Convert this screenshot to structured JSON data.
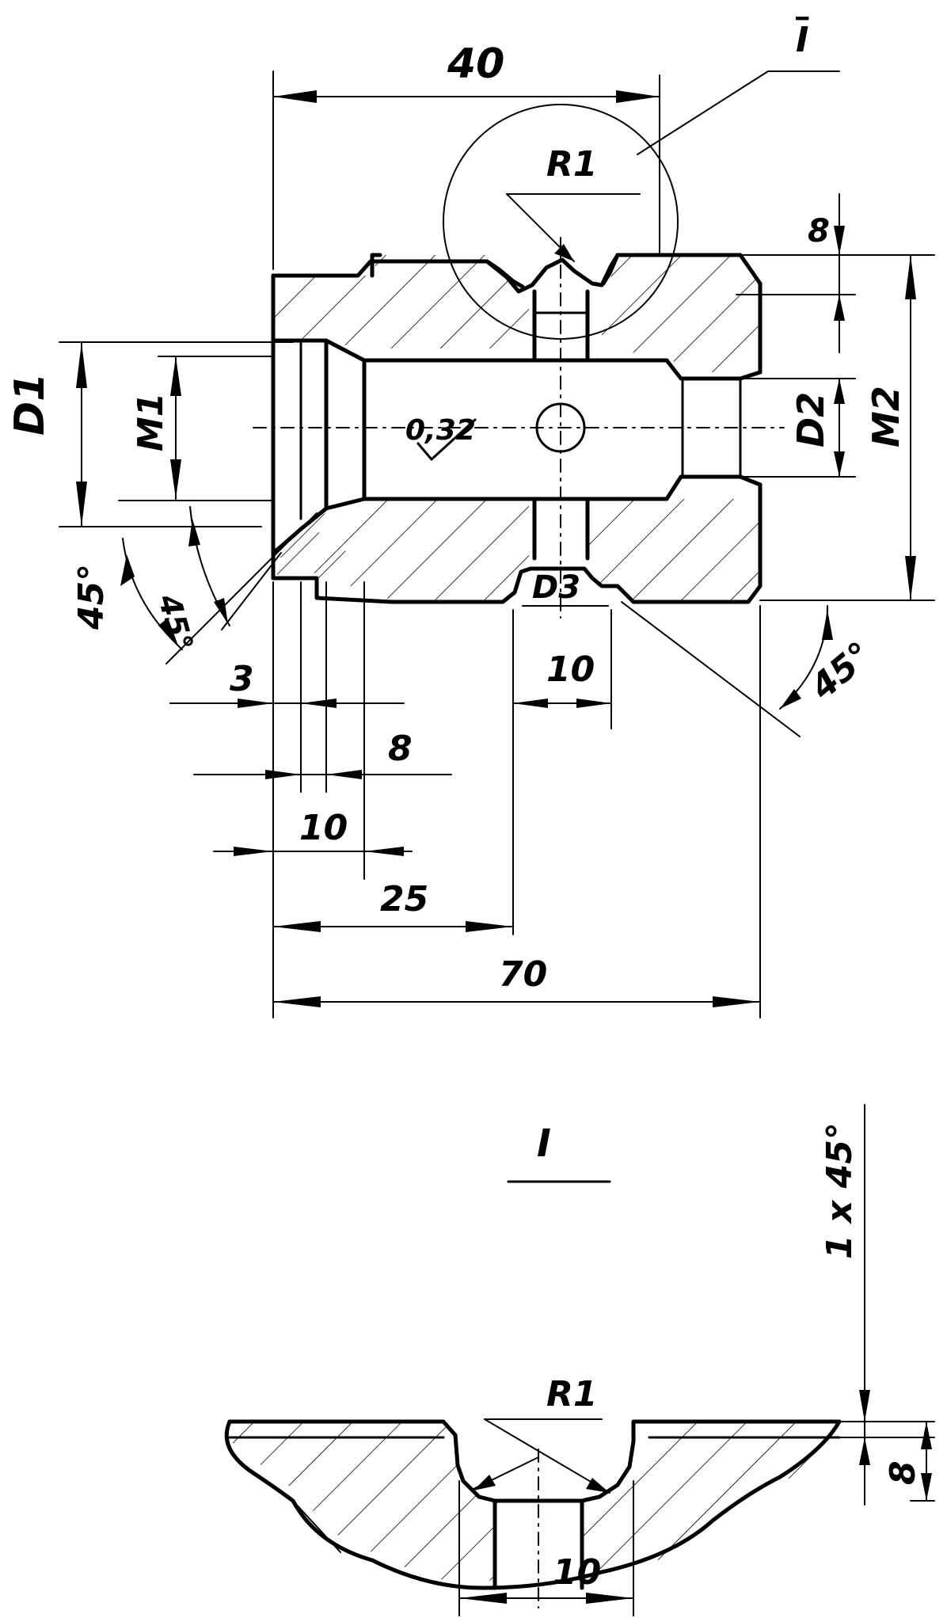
{
  "main_view": {
    "section_marker": "I",
    "dims": {
      "overall_top": "40",
      "radius": "R1",
      "groove_depth": "8",
      "d1": "D1",
      "m1": "M1",
      "roughness": "0,32",
      "d2": "D2",
      "m2": "M2",
      "d3": "D3",
      "chamfer_left_outer": "45°",
      "chamfer_left_inner": "45°",
      "chamfer_right": "45°",
      "dim_3": "3",
      "dim_10_hole": "10",
      "dim_8": "8",
      "dim_10_left": "10",
      "dim_25": "25",
      "dim_70": "70"
    }
  },
  "detail_view": {
    "title": "I",
    "radius": "R1",
    "chamfer": "1 x 45°",
    "depth": "8",
    "width": "10"
  }
}
